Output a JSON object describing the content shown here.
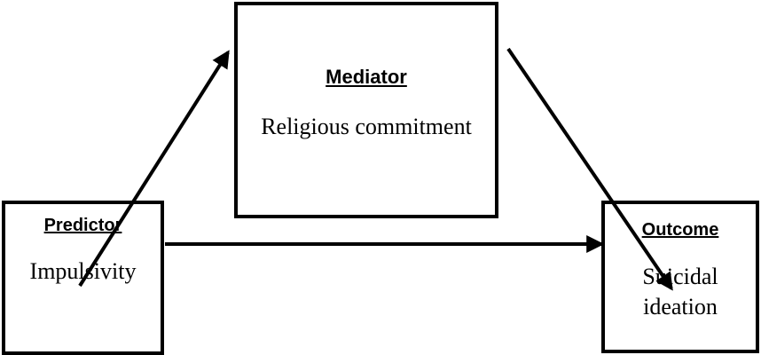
{
  "mediator": {
    "heading": "Mediator",
    "label": "Religious commitment"
  },
  "predictor": {
    "heading": "Predictor",
    "label": "Impulsivity"
  },
  "outcome": {
    "heading": "Outcome",
    "label_line1": "Suicidal",
    "label_line2": "ideation"
  },
  "colors": {
    "line": "#000000",
    "background": "#ffffff"
  }
}
